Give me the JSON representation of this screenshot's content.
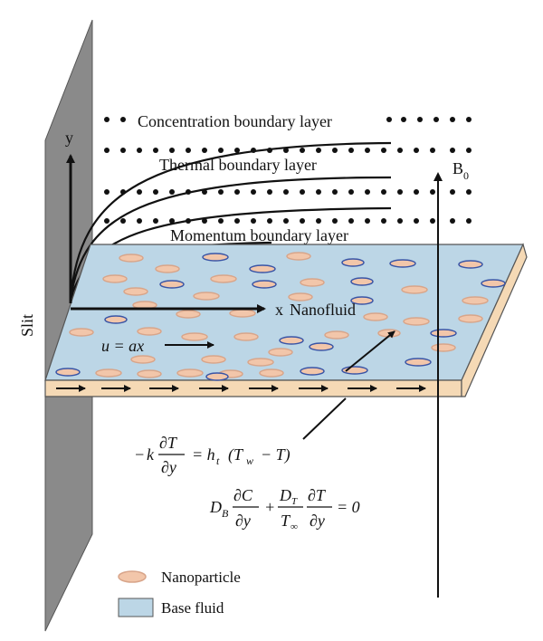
{
  "labels": {
    "concentration": "Concentration boundary layer",
    "thermal": "Thermal boundary layer",
    "momentum": "Momentum boundary layer",
    "y_axis": "y",
    "x_axis": "x",
    "nanofluid": "Nanofluid",
    "b_field": "B",
    "b_sub": "0",
    "slit": "Slit",
    "velocity": "u = ax"
  },
  "equations": {
    "eq1_lhs_sign": "−",
    "eq1_k": "k",
    "eq1_num": "∂T",
    "eq1_den": "∂y",
    "eq1_rhs": "= h",
    "eq1_rhs_sub": "t",
    "eq1_rhs_rest": "(T",
    "eq1_w": "w",
    "eq1_end": "− T)",
    "eq2_D": "D",
    "eq2_B": "B",
    "eq2_num1": "∂C",
    "eq2_den1": "∂y",
    "eq2_plus": "+",
    "eq2_numD": "D",
    "eq2_numD_sub": "T",
    "eq2_denT": "T",
    "eq2_denT_sub": "∞",
    "eq2_num2": "∂T",
    "eq2_den2": "∂y",
    "eq2_end": "= 0"
  },
  "legend": {
    "nanoparticle": "Nanoparticle",
    "base_fluid": "Base fluid"
  },
  "colors": {
    "wall": "#8a8a8a",
    "fluid": "#bcd6e6",
    "particle_fill": "#f2c6aa",
    "particle_stroke_blue": "#3a55a6",
    "particle_stroke_pink": "#d8a58a",
    "sheet_edge": "#f5d9b5"
  }
}
